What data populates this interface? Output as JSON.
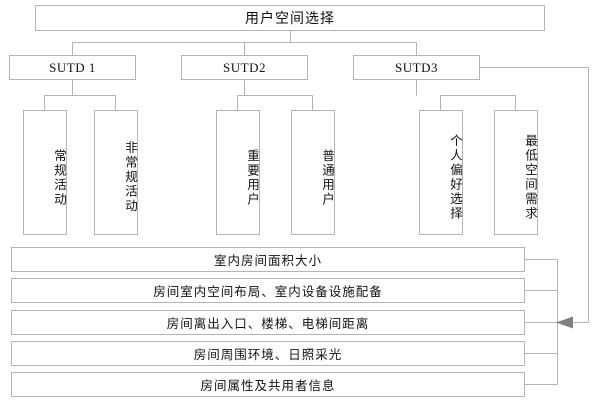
{
  "diagram": {
    "title": "用户空间选择",
    "type": "hierarchy-flowchart",
    "colors": {
      "stroke": "#b4b4b4",
      "text": "#111111",
      "background": "#ffffff",
      "arrow": "#808080"
    },
    "root": {
      "label": "用户空间选择"
    },
    "groups": [
      {
        "label": "SUTD 1",
        "children": [
          {
            "label": "常规活动"
          },
          {
            "label": "非常规活动"
          }
        ]
      },
      {
        "label": "SUTD2",
        "children": [
          {
            "label": "重要用户"
          },
          {
            "label": "普通用户"
          }
        ]
      },
      {
        "label": "SUTD3",
        "children": [
          {
            "label": "个人偏好选择"
          },
          {
            "label": "最低空间需求"
          }
        ]
      }
    ],
    "attributes": [
      {
        "label": "室内房间面积大小"
      },
      {
        "label": "房间室内空间布局、室内设备设施配备"
      },
      {
        "label": "房间离出入口、楼梯、电梯间距离"
      },
      {
        "label": "房间周围环境、日照采光"
      },
      {
        "label": "房间属性及共用者信息"
      }
    ]
  }
}
